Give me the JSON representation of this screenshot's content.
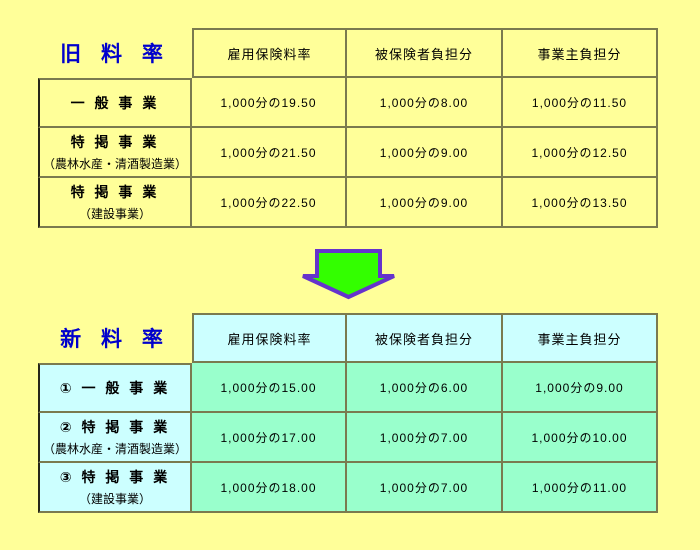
{
  "page": {
    "background": "#ffff99"
  },
  "colors": {
    "title_blue": "#0000cc",
    "table_border_olive": "#7a7a4f",
    "table_border_left_dark": "#262619",
    "new_table_header_fill": "#ccffff",
    "new_table_label_fill": "#ccffff",
    "new_table_value_fill": "#99ffcc",
    "arrow_fill": "#33ff00",
    "arrow_outline": "#6633cc"
  },
  "old_table": {
    "title": "旧 料 率",
    "headers": [
      "雇用保険料率",
      "被保険者負担分",
      "事業主負担分"
    ],
    "rows": [
      {
        "label": "一 般 事 業",
        "values": [
          "1,000分の19.50",
          "1,000分の8.00",
          "1,000分の11.50"
        ]
      },
      {
        "label": "特 掲 事 業",
        "sub": "（農林水産・清酒製造業）",
        "values": [
          "1,000分の21.50",
          "1,000分の9.00",
          "1,000分の12.50"
        ]
      },
      {
        "label": "特 掲 事 業",
        "sub": "（建設事業）",
        "values": [
          "1,000分の22.50",
          "1,000分の9.00",
          "1,000分の13.50"
        ]
      }
    ]
  },
  "arrow": {
    "icon": "down-block-arrow"
  },
  "new_table": {
    "title": "新 料 率",
    "headers": [
      "雇用保険料率",
      "被保険者負担分",
      "事業主負担分"
    ],
    "rows": [
      {
        "label": "① 一 般 事 業",
        "values": [
          "1,000分の15.00",
          "1,000分の6.00",
          "1,000分の9.00"
        ]
      },
      {
        "label": "② 特 掲 事 業",
        "sub": "（農林水産・清酒製造業）",
        "values": [
          "1,000分の17.00",
          "1,000分の7.00",
          "1,000分の10.00"
        ]
      },
      {
        "label": "③ 特 掲 事 業",
        "sub": "（建設事業）",
        "values": [
          "1,000分の18.00",
          "1,000分の7.00",
          "1,000分の11.00"
        ]
      }
    ]
  }
}
